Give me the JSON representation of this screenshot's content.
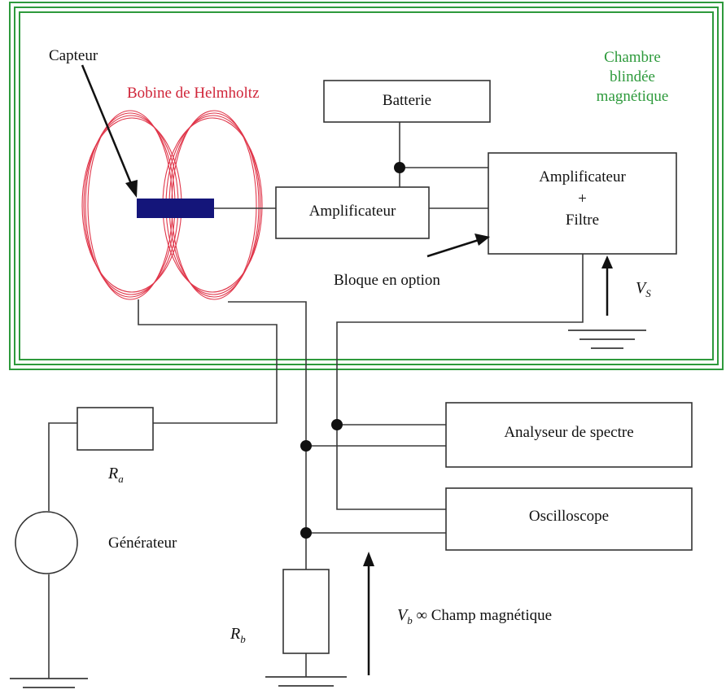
{
  "diagram": {
    "chamber_label": [
      "Chambre",
      "blindée",
      "magnétique"
    ],
    "sensor_label": "Capteur",
    "coil_label": "Bobine de Helmholtz",
    "battery_label": "Batterie",
    "amplifier_label": "Amplificateur",
    "amp_filter_label": [
      "Amplificateur",
      "+",
      "Filtre"
    ],
    "optional_block_label": "Bloque en option",
    "vs_symbol": "V",
    "vs_subscript": "S",
    "spectrum_label": "Analyseur de spectre",
    "oscilloscope_label": "Oscilloscope",
    "ra_symbol": "R",
    "ra_subscript": "a",
    "generator_label": "Générateur",
    "rb_symbol": "R",
    "rb_subscript": "b",
    "vb_symbol": "V",
    "vb_subscript": "b",
    "vb_description": "∞ Champ magnétique",
    "colors": {
      "chamber": "#2e9a3c",
      "coil": "#e0364a",
      "coil_label": "#d0263a",
      "sensor": "#14157a",
      "wires": "#3a3a3a"
    }
  }
}
